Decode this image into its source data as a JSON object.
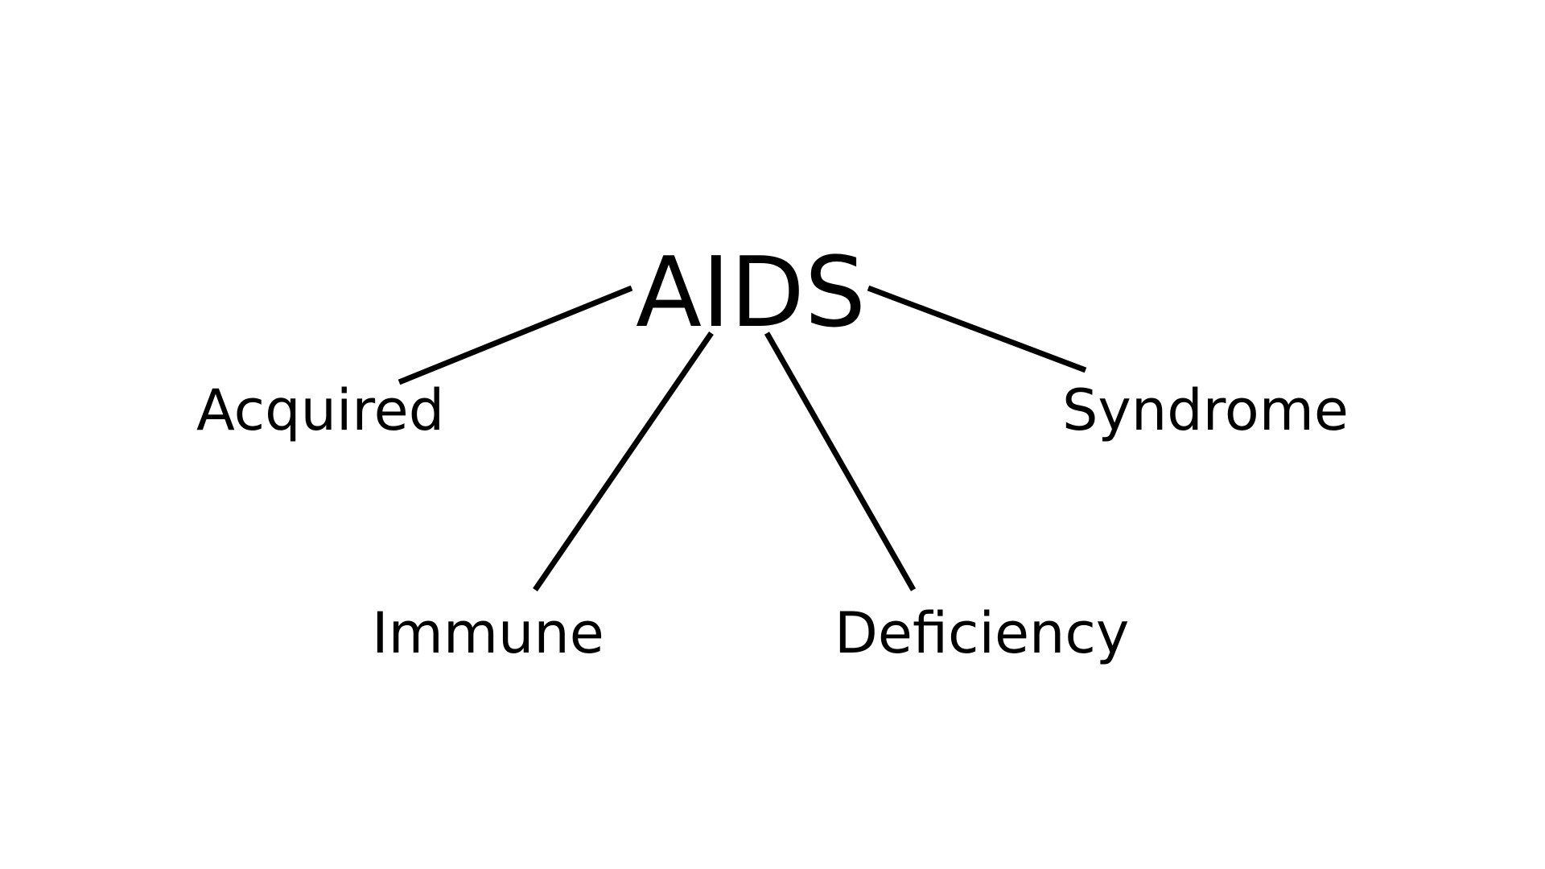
{
  "diagram": {
    "root": "AIDS",
    "branches": [
      "Acquired",
      "Immune",
      "Deficiency",
      "Syndrome"
    ],
    "colors": {
      "background": "#ffffff",
      "text": "#000000",
      "lines": "#000000"
    }
  }
}
